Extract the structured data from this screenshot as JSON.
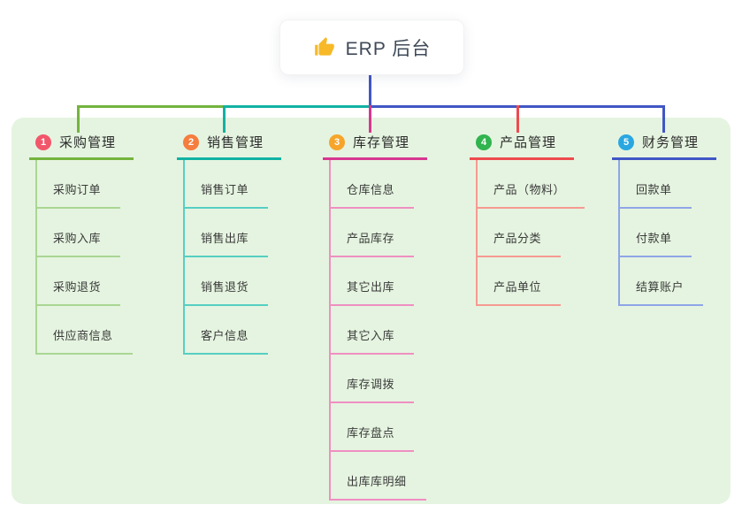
{
  "root": {
    "title": "ERP 后台",
    "icon": "thumbs-up-icon",
    "icon_color": "#f7b928"
  },
  "colors": {
    "canvas_bg": "#ffffff",
    "panel_bg": "#e5f4e0",
    "root_stem": "#4156c5",
    "root_text": "#3f4a58"
  },
  "branches": [
    {
      "num": "1",
      "title": "采购管理",
      "badge_color": "#f2566b",
      "line_color": "#74b43d",
      "child_line_color": "#a9d693",
      "children": [
        "采购订单",
        "采购入库",
        "采购退货",
        "供应商信息"
      ]
    },
    {
      "num": "2",
      "title": "销售管理",
      "badge_color": "#f57d3e",
      "line_color": "#12b2a3",
      "child_line_color": "#56cfc3",
      "children": [
        "销售订单",
        "销售出库",
        "销售退货",
        "客户信息"
      ]
    },
    {
      "num": "3",
      "title": "库存管理",
      "badge_color": "#f6a52a",
      "line_color": "#d73790",
      "child_line_color": "#ef8fc1",
      "children": [
        "仓库信息",
        "产品库存",
        "其它出库",
        "其它入库",
        "库存调拨",
        "库存盘点",
        "出库库明细"
      ]
    },
    {
      "num": "4",
      "title": "产品管理",
      "badge_color": "#31b44e",
      "line_color": "#ee4b4e",
      "child_line_color": "#f59a91",
      "children": [
        "产品（物料）",
        "产品分类",
        "产品单位"
      ]
    },
    {
      "num": "5",
      "title": "财务管理",
      "badge_color": "#2aa7e1",
      "line_color": "#4156c5",
      "child_line_color": "#8fa5e7",
      "children": [
        "回款单",
        "付款单",
        "结算账户"
      ]
    }
  ]
}
